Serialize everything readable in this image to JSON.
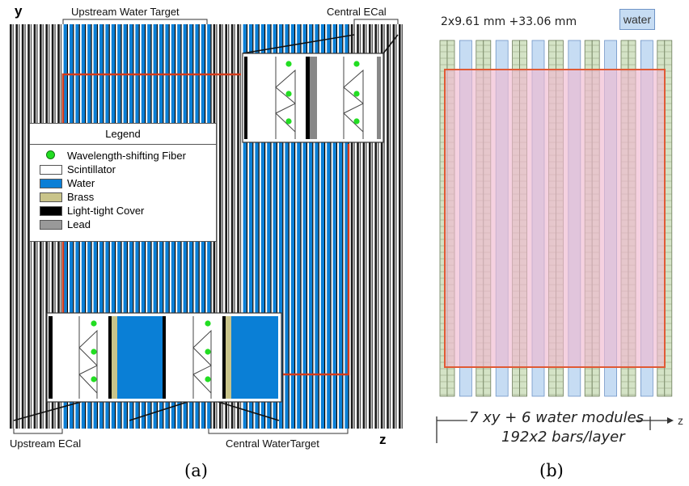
{
  "panel_a": {
    "axis_y": "y",
    "axis_z": "z",
    "labels": {
      "upstream_water_target": "Upstream Water Target",
      "central_ecal": "Central ECal",
      "upstream_ecal": "Upstream ECal",
      "central_water_target": "Central WaterTarget"
    },
    "legend": {
      "title": "Legend",
      "items": [
        {
          "label": "Wavelength-shifting Fiber",
          "color": "#22dd22"
        },
        {
          "label": "Scintillator",
          "color": "#ffffff"
        },
        {
          "label": "Water",
          "color": "#0a7fd6"
        },
        {
          "label": "Brass",
          "color": "#c9c48a"
        },
        {
          "label": "Light-tight Cover",
          "color": "#000000"
        },
        {
          "label": "Lead",
          "color": "#999999"
        }
      ]
    },
    "caption": "(a)"
  },
  "panel_b": {
    "dimension_text": "2x9.61 mm +33.06 mm",
    "water_box_label": "water",
    "modules_line1": "7 xy + 6 water modules",
    "modules_line2": "192x2 bars/layer",
    "axis_z": "z",
    "caption": "(b)"
  },
  "colors": {
    "water": "#0a7fd6",
    "scint_green": "#d4e3c6",
    "water_b": "#c6dcf3",
    "highlight_pink": "#f3c5d8",
    "red_outline": "#d94a2a",
    "fiber_green": "#22dd22"
  }
}
